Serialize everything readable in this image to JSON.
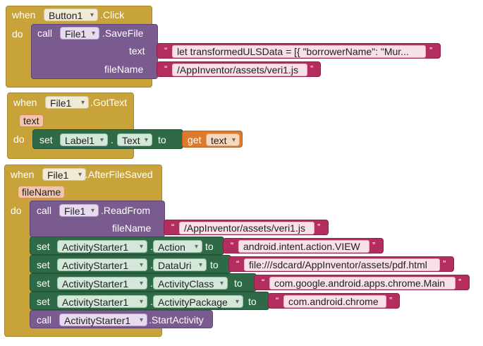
{
  "blocks": {
    "b1": {
      "when": "when",
      "component": "Button1",
      "event": ".Click",
      "do": "do",
      "call": "call",
      "call_component": "File1",
      "method": ".SaveFile",
      "arg1_label": "text",
      "arg1_value": "let transformedULSData = [{ \"borrowerName\": \"Mur...",
      "arg2_label": "fileName",
      "arg2_value": "/AppInventor/assets/veri1.js"
    },
    "b2": {
      "when": "when",
      "component": "File1",
      "event": ".GotText",
      "param": "text",
      "do": "do",
      "set": "set",
      "target": "Label1",
      "dot": ".",
      "prop": "Text",
      "to": "to",
      "get": "get",
      "get_var": "text"
    },
    "b3": {
      "when": "when",
      "component": "File1",
      "event": ".AfterFileSaved",
      "param": "fileName",
      "do": "do",
      "call1": "call",
      "call1_component": "File1",
      "call1_method": ".ReadFrom",
      "call1_arg_label": "fileName",
      "call1_arg_value": "/AppInventor/assets/veri1.js",
      "rows": [
        {
          "set": "set",
          "comp": "ActivityStarter1",
          "dot": ".",
          "prop": "Action",
          "to": "to",
          "value": "android.intent.action.VIEW"
        },
        {
          "set": "set",
          "comp": "ActivityStarter1",
          "dot": ".",
          "prop": "DataUri",
          "to": "to",
          "value": "file:///sdcard/AppInventor/assets/pdf.html"
        },
        {
          "set": "set",
          "comp": "ActivityStarter1",
          "dot": ".",
          "prop": "ActivityClass",
          "to": "to",
          "value": "com.google.android.apps.chrome.Main"
        },
        {
          "set": "set",
          "comp": "ActivityStarter1",
          "dot": ".",
          "prop": "ActivityPackage",
          "to": "to",
          "value": "com.android.chrome"
        }
      ],
      "call2": "call",
      "call2_component": "ActivityStarter1",
      "call2_method": ".StartActivity"
    }
  },
  "quote_open": "“",
  "quote_close": "”",
  "colors": {
    "event": "#c8a33a",
    "procedure": "#7a5b8f",
    "setter": "#2f6a47",
    "text": "#b32d5e",
    "variable": "#dd7a2d"
  }
}
